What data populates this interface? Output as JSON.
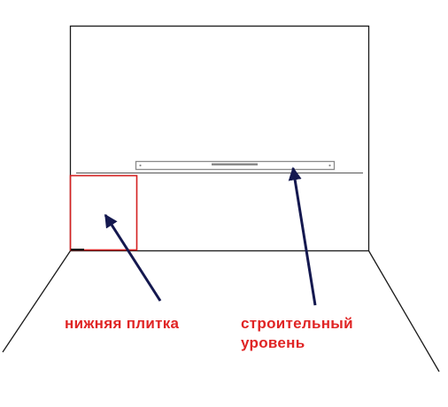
{
  "labels": {
    "bottom_tile": "нижняя плитка",
    "level_line1": "строительный",
    "level_line2": "уровень"
  },
  "colors": {
    "line": "#1a1a1a",
    "tile": "#d42020",
    "arrow": "#14184f",
    "label_tile": "#e02424",
    "label_level": "#e02424",
    "level_tool": "#8a8a8a"
  }
}
